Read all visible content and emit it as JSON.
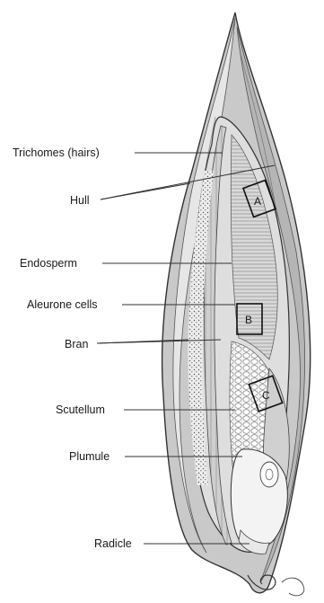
{
  "labels": {
    "trichomes": "Trichomes (hairs)",
    "hull": "Hull",
    "endosperm": "Endosperm",
    "aleurone": "Aleurone cells",
    "bran": "Bran",
    "scutellum": "Scutellum",
    "plumule": "Plumule",
    "radicle": "Radicle"
  },
  "boxes": {
    "a": "A",
    "b": "B",
    "c": "C"
  },
  "colors": {
    "ink": "#1a1a1a",
    "line": "#333333",
    "hull_shade": "#bdbdbd",
    "hull_light": "#e4e4e4",
    "endosperm_fill": "#d2d2d2",
    "embryo_fill": "#f2f2f2"
  }
}
